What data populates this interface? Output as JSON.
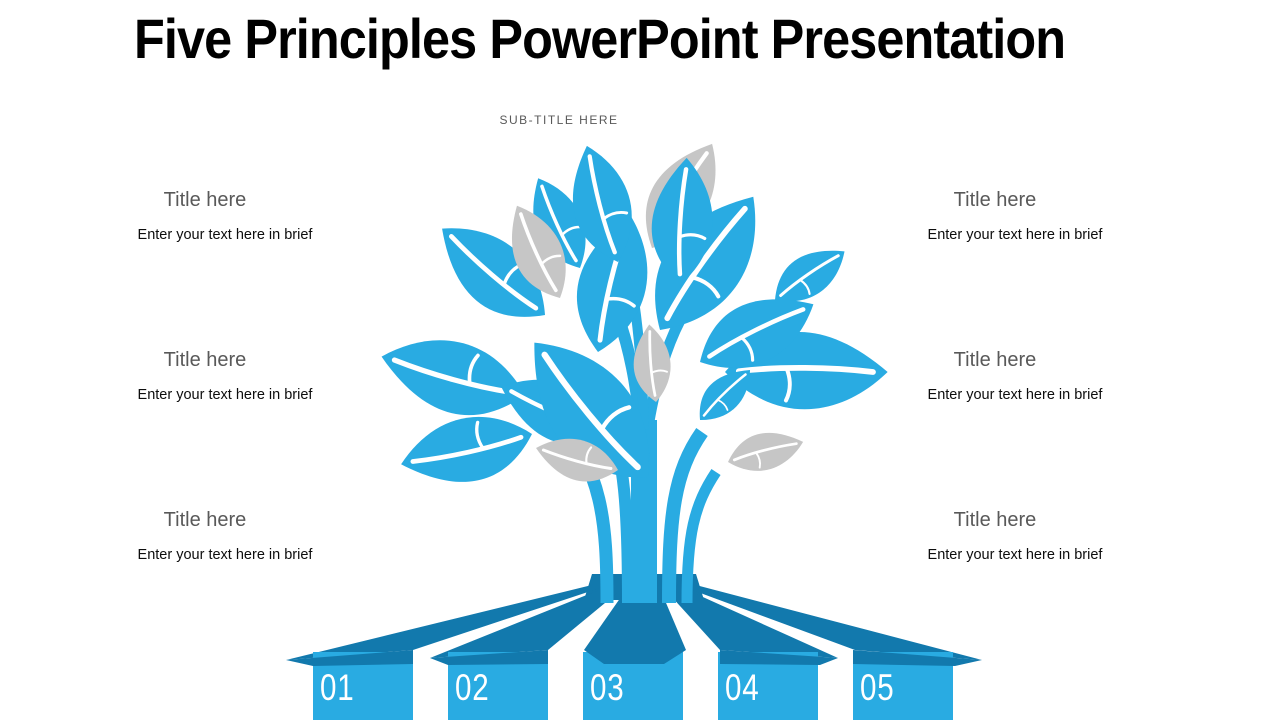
{
  "slide": {
    "title": "Five Principles PowerPoint Presentation",
    "subtitle": "SUB-TITLE HERE"
  },
  "panels": {
    "left": [
      {
        "title": "Title here",
        "body": "Enter your text here in brief"
      },
      {
        "title": "Title here",
        "body": "Enter your text here in brief"
      },
      {
        "title": "Title here",
        "body": "Enter your text here in brief"
      }
    ],
    "right": [
      {
        "title": "Title here",
        "body": "Enter your text here in brief"
      },
      {
        "title": "Title here",
        "body": "Enter your text here in brief"
      },
      {
        "title": "Title here",
        "body": "Enter your text here in brief"
      }
    ]
  },
  "steps": [
    {
      "number": "01"
    },
    {
      "number": "02"
    },
    {
      "number": "03"
    },
    {
      "number": "04"
    },
    {
      "number": "05"
    }
  ],
  "icons": {
    "leaf": "leaf-icon"
  },
  "colors": {
    "accent_blue": "#29ABE2",
    "dark_blue": "#1279AD",
    "leaf_gray": "#C6C6C6",
    "muted_text": "#595959",
    "body_text": "#0D0D0D",
    "title_text": "#000000",
    "number_text": "#FFFFFF",
    "background": "#FFFFFF"
  }
}
